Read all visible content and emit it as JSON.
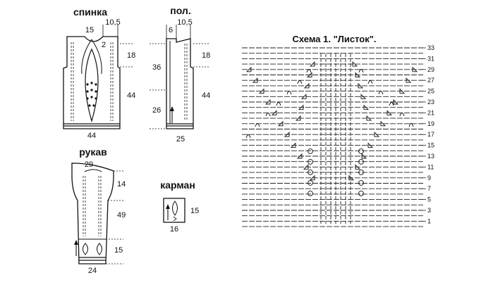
{
  "back": {
    "title": "спинка",
    "dims": {
      "top": "15",
      "shoulder": "10,5",
      "neck_drop": "2",
      "armhole": "18",
      "side": "44",
      "bottom": "44"
    }
  },
  "front": {
    "title": "пол.",
    "dims": {
      "band": "6",
      "shoulder": "10,5",
      "armhole": "18",
      "upper": "36",
      "side": "44",
      "lower": "26",
      "bottom": "25"
    }
  },
  "sleeve": {
    "title": "рукав",
    "dims": {
      "top": "29",
      "cap": "14",
      "length": "49",
      "cuff": "15",
      "bottom": "24"
    }
  },
  "pocket": {
    "title": "карман",
    "dims": {
      "height": "15",
      "width": "16"
    }
  },
  "chart": {
    "title": "Схема 1. \"Листок\".",
    "row_labels": [
      "33",
      "31",
      "29",
      "27",
      "25",
      "23",
      "21",
      "19",
      "17",
      "15",
      "13",
      "11",
      "9",
      "7",
      "5",
      "3",
      "1"
    ]
  }
}
